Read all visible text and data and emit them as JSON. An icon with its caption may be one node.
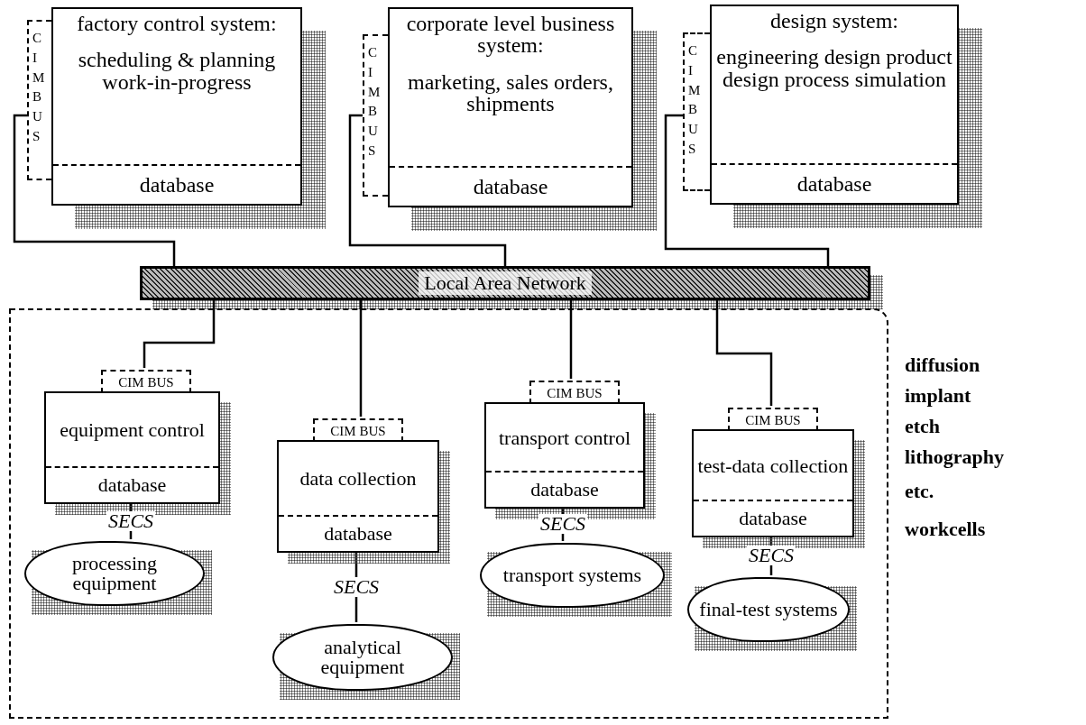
{
  "diagram": {
    "nodes": [
      {
        "text": [
          "CIM BUS"
        ]
      },
      {
        "text": [
          "factory control system:",
          "scheduling & planning work-in-progress",
          "database"
        ]
      },
      {
        "text": [
          "CIM BUS"
        ]
      },
      {
        "text": [
          "corporate level business system:",
          "marketing, sales orders, shipments",
          "database"
        ]
      },
      {
        "text": [
          "CIM BUS"
        ]
      },
      {
        "text": [
          "design system:",
          "engineering design product design process simulation",
          "database"
        ]
      },
      {
        "text": [
          "Local Area Network"
        ]
      },
      {
        "text": [],
        "shape": "box",
        "beside": [
          "diffusion",
          "implant",
          "etch",
          "lithography",
          "etc.",
          "workcells"
        ]
      },
      {
        "text": [
          "CIM BUS"
        ],
        "in": 7
      },
      {
        "text": [
          "equipment control",
          "database"
        ],
        "in": 7
      },
      {
        "text": [
          "processing equipment"
        ],
        "in": 7
      },
      {
        "text": [
          "CIM BUS"
        ],
        "in": 7
      },
      {
        "text": [
          "data collection",
          "database"
        ],
        "in": 7
      },
      {
        "text": [
          "analytical equipment"
        ],
        "in": 7
      },
      {
        "text": [
          "CIM BUS"
        ],
        "in": 7
      },
      {
        "text": [
          "transport control",
          "database"
        ],
        "in": 7
      },
      {
        "text": [
          "transport systems"
        ],
        "in": 7
      },
      {
        "text": [
          "CIM BUS"
        ],
        "in": 7
      },
      {
        "text": [
          "test-data collection",
          "database"
        ],
        "in": 7
      },
      {
        "text": [
          "final-test systems"
        ],
        "in": 7
      }
    ],
    "edges": [
      {
        "from": 0,
        "to": 6,
        "arrow": "none"
      },
      {
        "from": 2,
        "to": 6,
        "arrow": "none"
      },
      {
        "from": 4,
        "to": 6,
        "arrow": "none"
      },
      {
        "from": 6,
        "to": 8,
        "arrow": "none"
      },
      {
        "from": 6,
        "to": 11,
        "arrow": "none"
      },
      {
        "from": 6,
        "to": 14,
        "arrow": "none"
      },
      {
        "from": 6,
        "to": 17,
        "arrow": "none"
      },
      {
        "from": 9,
        "to": 10,
        "arrow": "none",
        "label": "SECS"
      },
      {
        "from": 12,
        "to": 13,
        "arrow": "none",
        "label": "SECS"
      },
      {
        "from": 15,
        "to": 16,
        "arrow": "none",
        "label": "SECS"
      },
      {
        "from": 18,
        "to": 19,
        "arrow": "none",
        "label": "SECS"
      }
    ]
  }
}
